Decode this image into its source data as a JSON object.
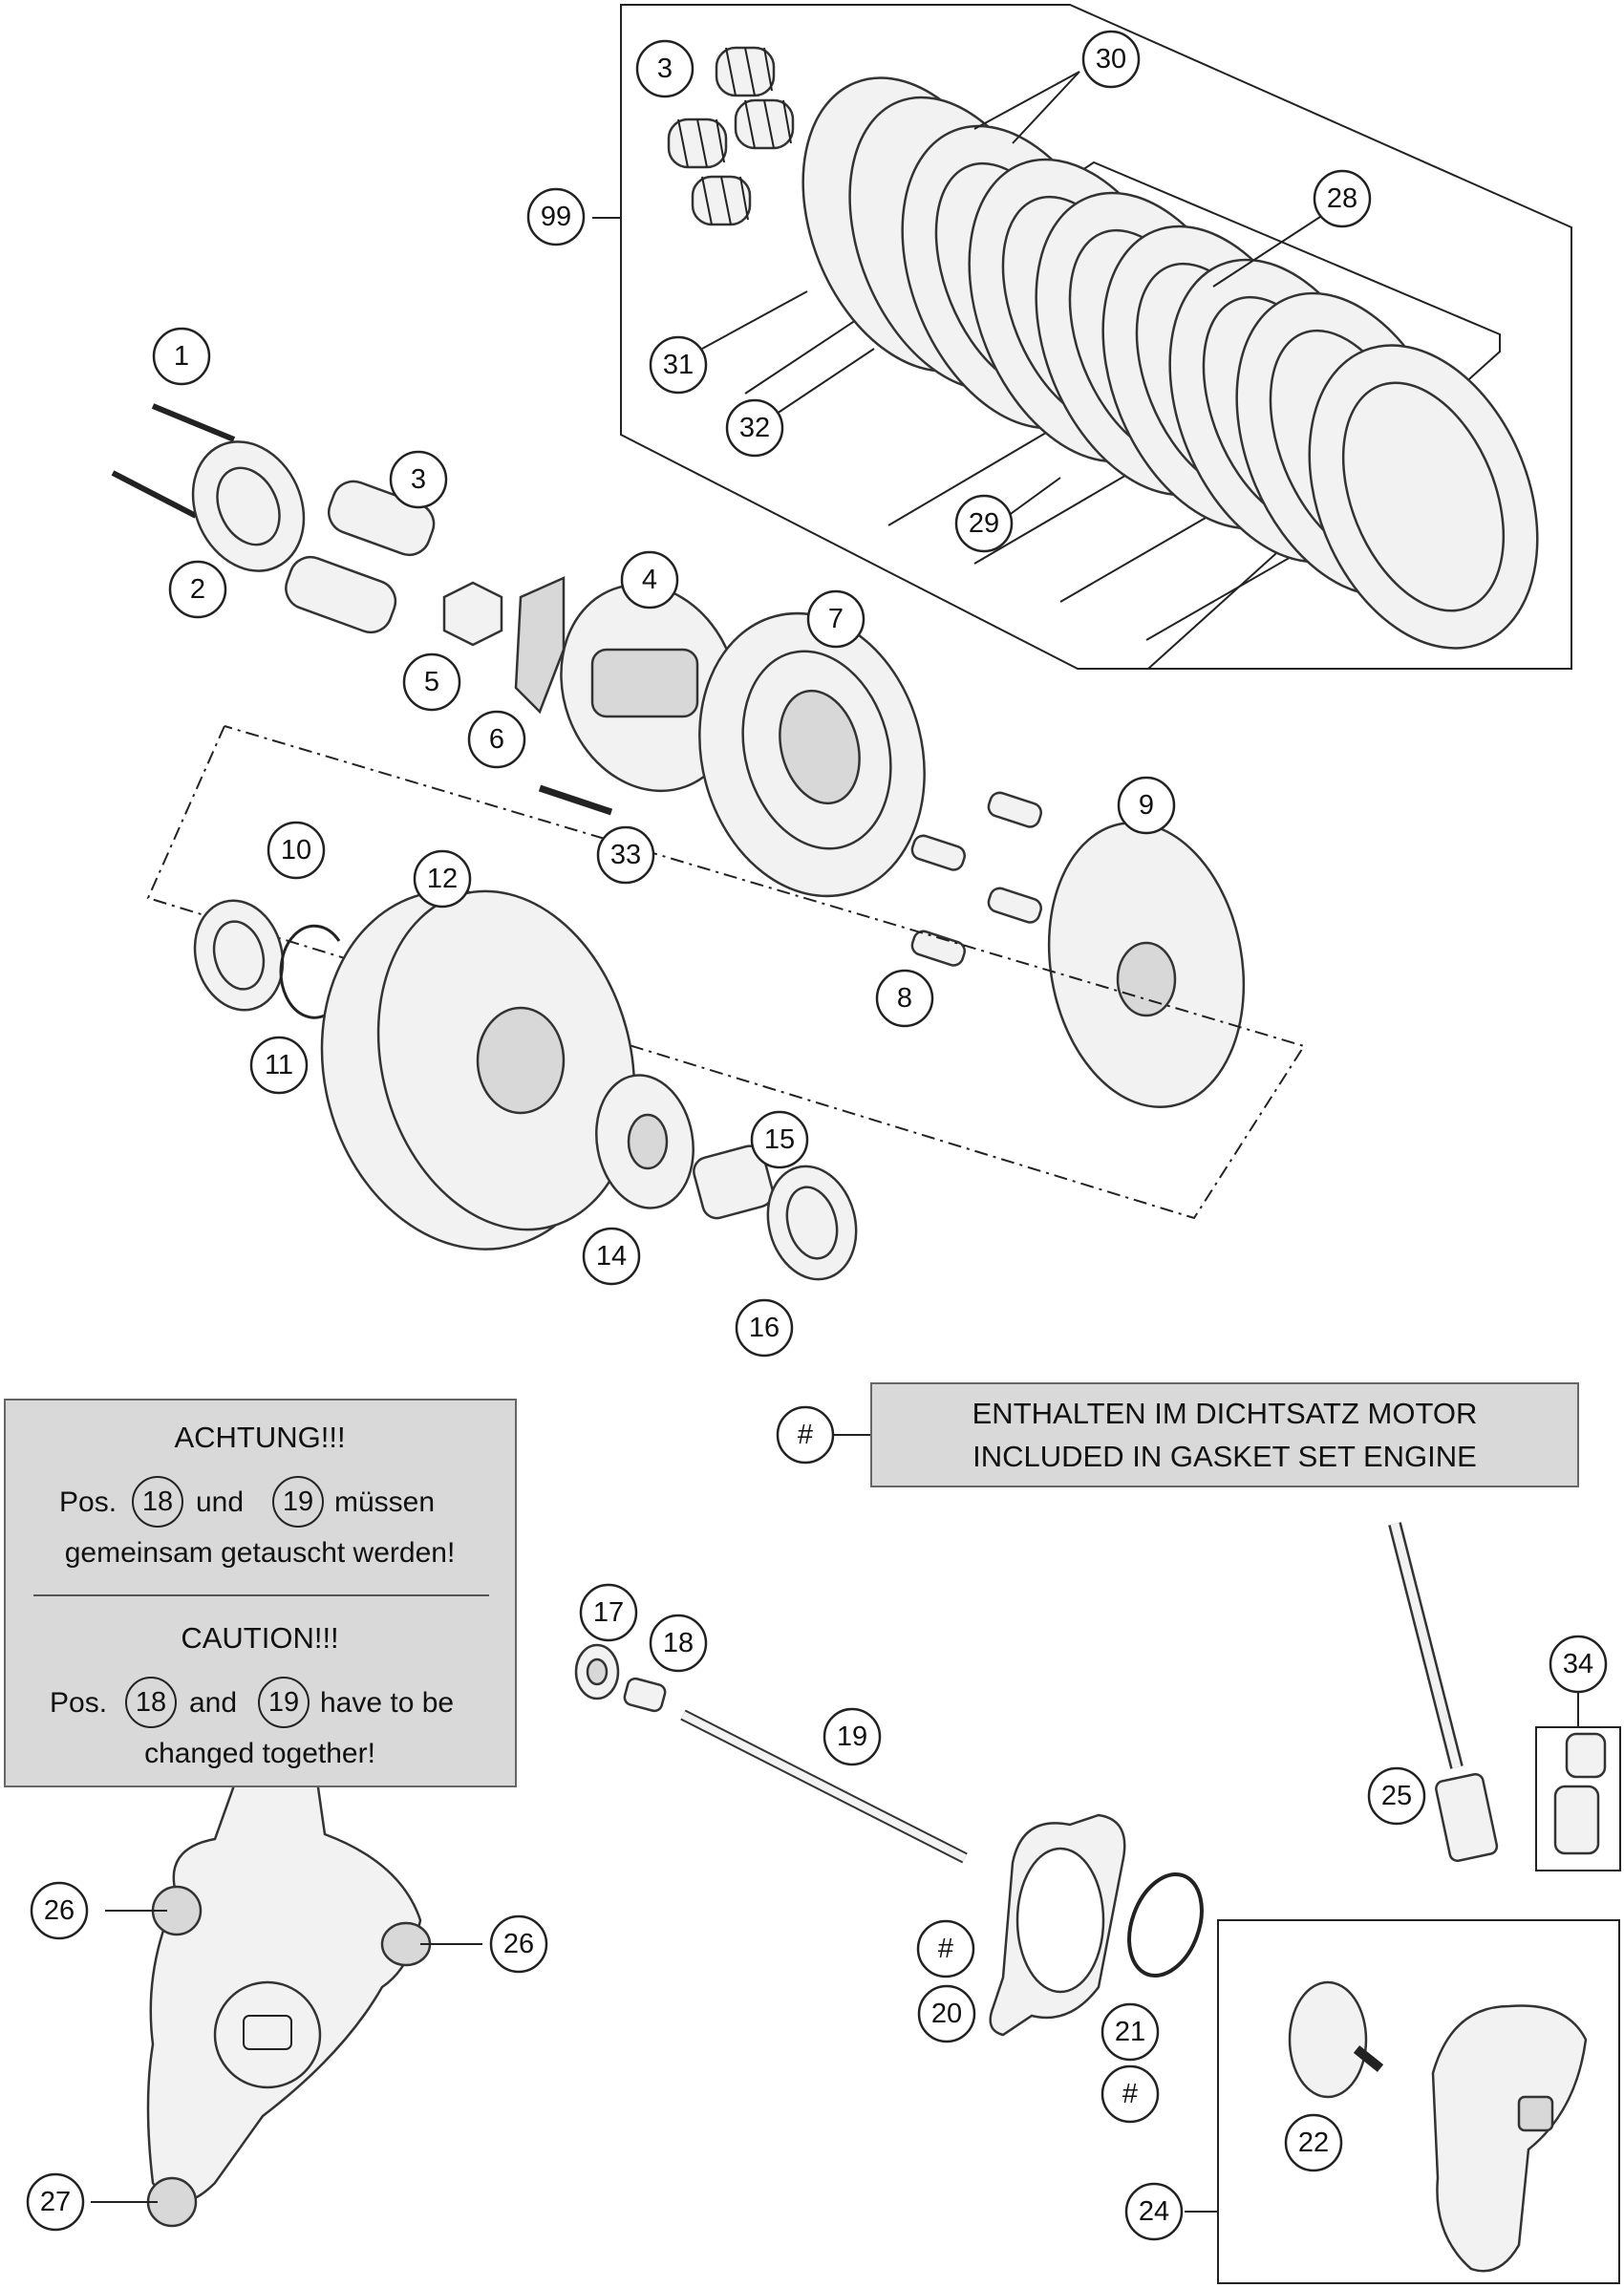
{
  "callouts": [
    {
      "label": "1"
    },
    {
      "label": "2"
    },
    {
      "label": "3"
    },
    {
      "label": "3"
    },
    {
      "label": "4"
    },
    {
      "label": "5"
    },
    {
      "label": "6"
    },
    {
      "label": "7"
    },
    {
      "label": "8"
    },
    {
      "label": "9"
    },
    {
      "label": "10"
    },
    {
      "label": "11"
    },
    {
      "label": "12"
    },
    {
      "label": "14"
    },
    {
      "label": "15"
    },
    {
      "label": "16"
    },
    {
      "label": "17"
    },
    {
      "label": "18"
    },
    {
      "label": "19"
    },
    {
      "label": "20"
    },
    {
      "label": "21"
    },
    {
      "label": "22"
    },
    {
      "label": "24"
    },
    {
      "label": "25"
    },
    {
      "label": "26"
    },
    {
      "label": "26"
    },
    {
      "label": "27"
    },
    {
      "label": "28"
    },
    {
      "label": "29"
    },
    {
      "label": "30"
    },
    {
      "label": "31"
    },
    {
      "label": "32"
    },
    {
      "label": "33"
    },
    {
      "label": "34"
    },
    {
      "label": "99"
    },
    {
      "label": "#"
    },
    {
      "label": "#"
    },
    {
      "label": "#"
    }
  ],
  "gasket_note": {
    "line1": "ENTHALTEN IM DICHTSATZ MOTOR",
    "line2": "INCLUDED IN GASKET SET ENGINE"
  },
  "warning": {
    "de_title": "ACHTUNG!!!",
    "de_pos": "Pos.",
    "de_ref1": "18",
    "de_and": "und",
    "de_ref2": "19",
    "de_rest1": "müssen",
    "de_line2": "gemeinsam getauscht werden!",
    "en_title": "CAUTION!!!",
    "en_pos": "Pos.",
    "en_ref1": "18",
    "en_and": "and",
    "en_ref2": "19",
    "en_rest1": "have to be",
    "en_line2": "changed together!"
  },
  "colors": {
    "panel_fill": "#d9d9d9",
    "line": "#222222",
    "part_fill": "#f2f2f2"
  }
}
